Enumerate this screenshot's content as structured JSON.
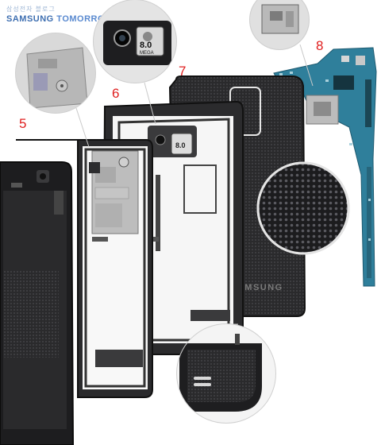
{
  "watermark": {
    "korean": "삼성전자 블로그",
    "brand": "SAMSUNG",
    "brand_suffix": "TOMORROW"
  },
  "part_labels": [
    "5",
    "6",
    "7",
    "8"
  ],
  "camera_badge": {
    "value": "8.0",
    "unit": "MEGA"
  },
  "back_cover_brand": "SAMSUNG",
  "colors": {
    "label_red": "#e02020",
    "watermark_blue": "#3e6fb1",
    "frame_black": "#1d1d1f",
    "pcb_teal": "#2f7f9b"
  }
}
